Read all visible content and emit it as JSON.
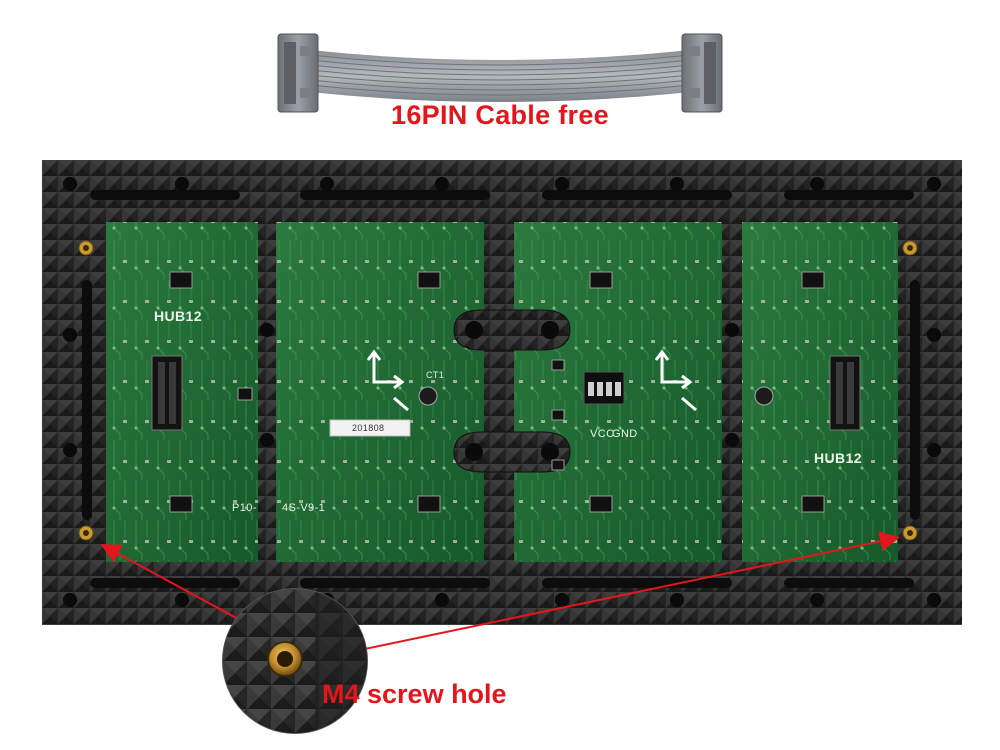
{
  "cable": {
    "label": "16PIN Cable free"
  },
  "board": {
    "left_hub_label": "HUB12",
    "right_hub_label": "HUB12",
    "model_text": "P10-",
    "model_text_2": "4S-V9-1",
    "date_code": "201808",
    "power_vcc": "VCC",
    "power_gnd": "GND",
    "cap_label": "CT1"
  },
  "callout": {
    "label": "M4 screw hole",
    "arrow_color": "#e4161b"
  },
  "colors": {
    "pcb_green": "#1f6a34",
    "frame_dark": "#2f2f2f",
    "label_red": "#e4161b"
  }
}
